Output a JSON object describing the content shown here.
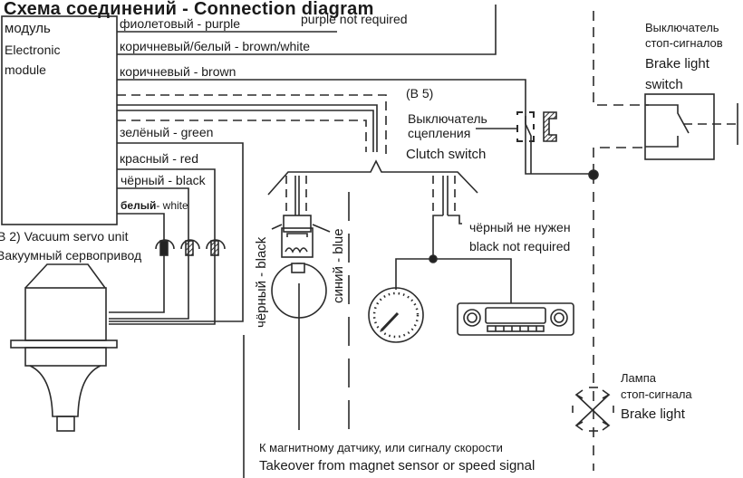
{
  "title": "Схема соединений  -  Connection  diagram",
  "module": {
    "label_ru": "модуль",
    "label_en_1": "Electronic",
    "label_en_2": "module"
  },
  "wires": {
    "purple": "фиолетовый - purple",
    "purple_note": "purple not required",
    "brown_white": "коричневый/белый - brown/white",
    "brown": "коричневый - brown",
    "green": "зелёный - green",
    "red": "красный - red",
    "black": "чёрный - black",
    "white_ru": "белый",
    "white_en": "- white"
  },
  "vacuum_servo": {
    "label_en": "В 2) Vacuum servo unit",
    "label_ru": "Вакуумный сервопривод"
  },
  "clutch_switch": {
    "ref": "(В  5)",
    "label_ru_1": "Выключатель",
    "label_ru_2": "сцепления",
    "label_en": "Clutch  switch"
  },
  "brake_switch": {
    "label_ru_1": "Выключатель",
    "label_ru_2": "стоп-сигналов",
    "label_en_1": "Brake light",
    "label_en_2": "switch"
  },
  "connector": {
    "black_label": "чёрный - black",
    "blue_label": "синий - blue"
  },
  "speed_signal": {
    "note_ru": "чёрный не нужен",
    "note_en": "black not required"
  },
  "brake_lamp": {
    "label_ru_1": "Лампа",
    "label_ru_2": "стоп-сигнала",
    "label_en": "Brake light"
  },
  "takeover": {
    "label_ru": "К магнитному датчику, или сигналу скорости",
    "label_en": "Takeover from magnet sensor or speed signal"
  },
  "colors": {
    "line": "#2b2b2b",
    "background": "#ffffff"
  }
}
